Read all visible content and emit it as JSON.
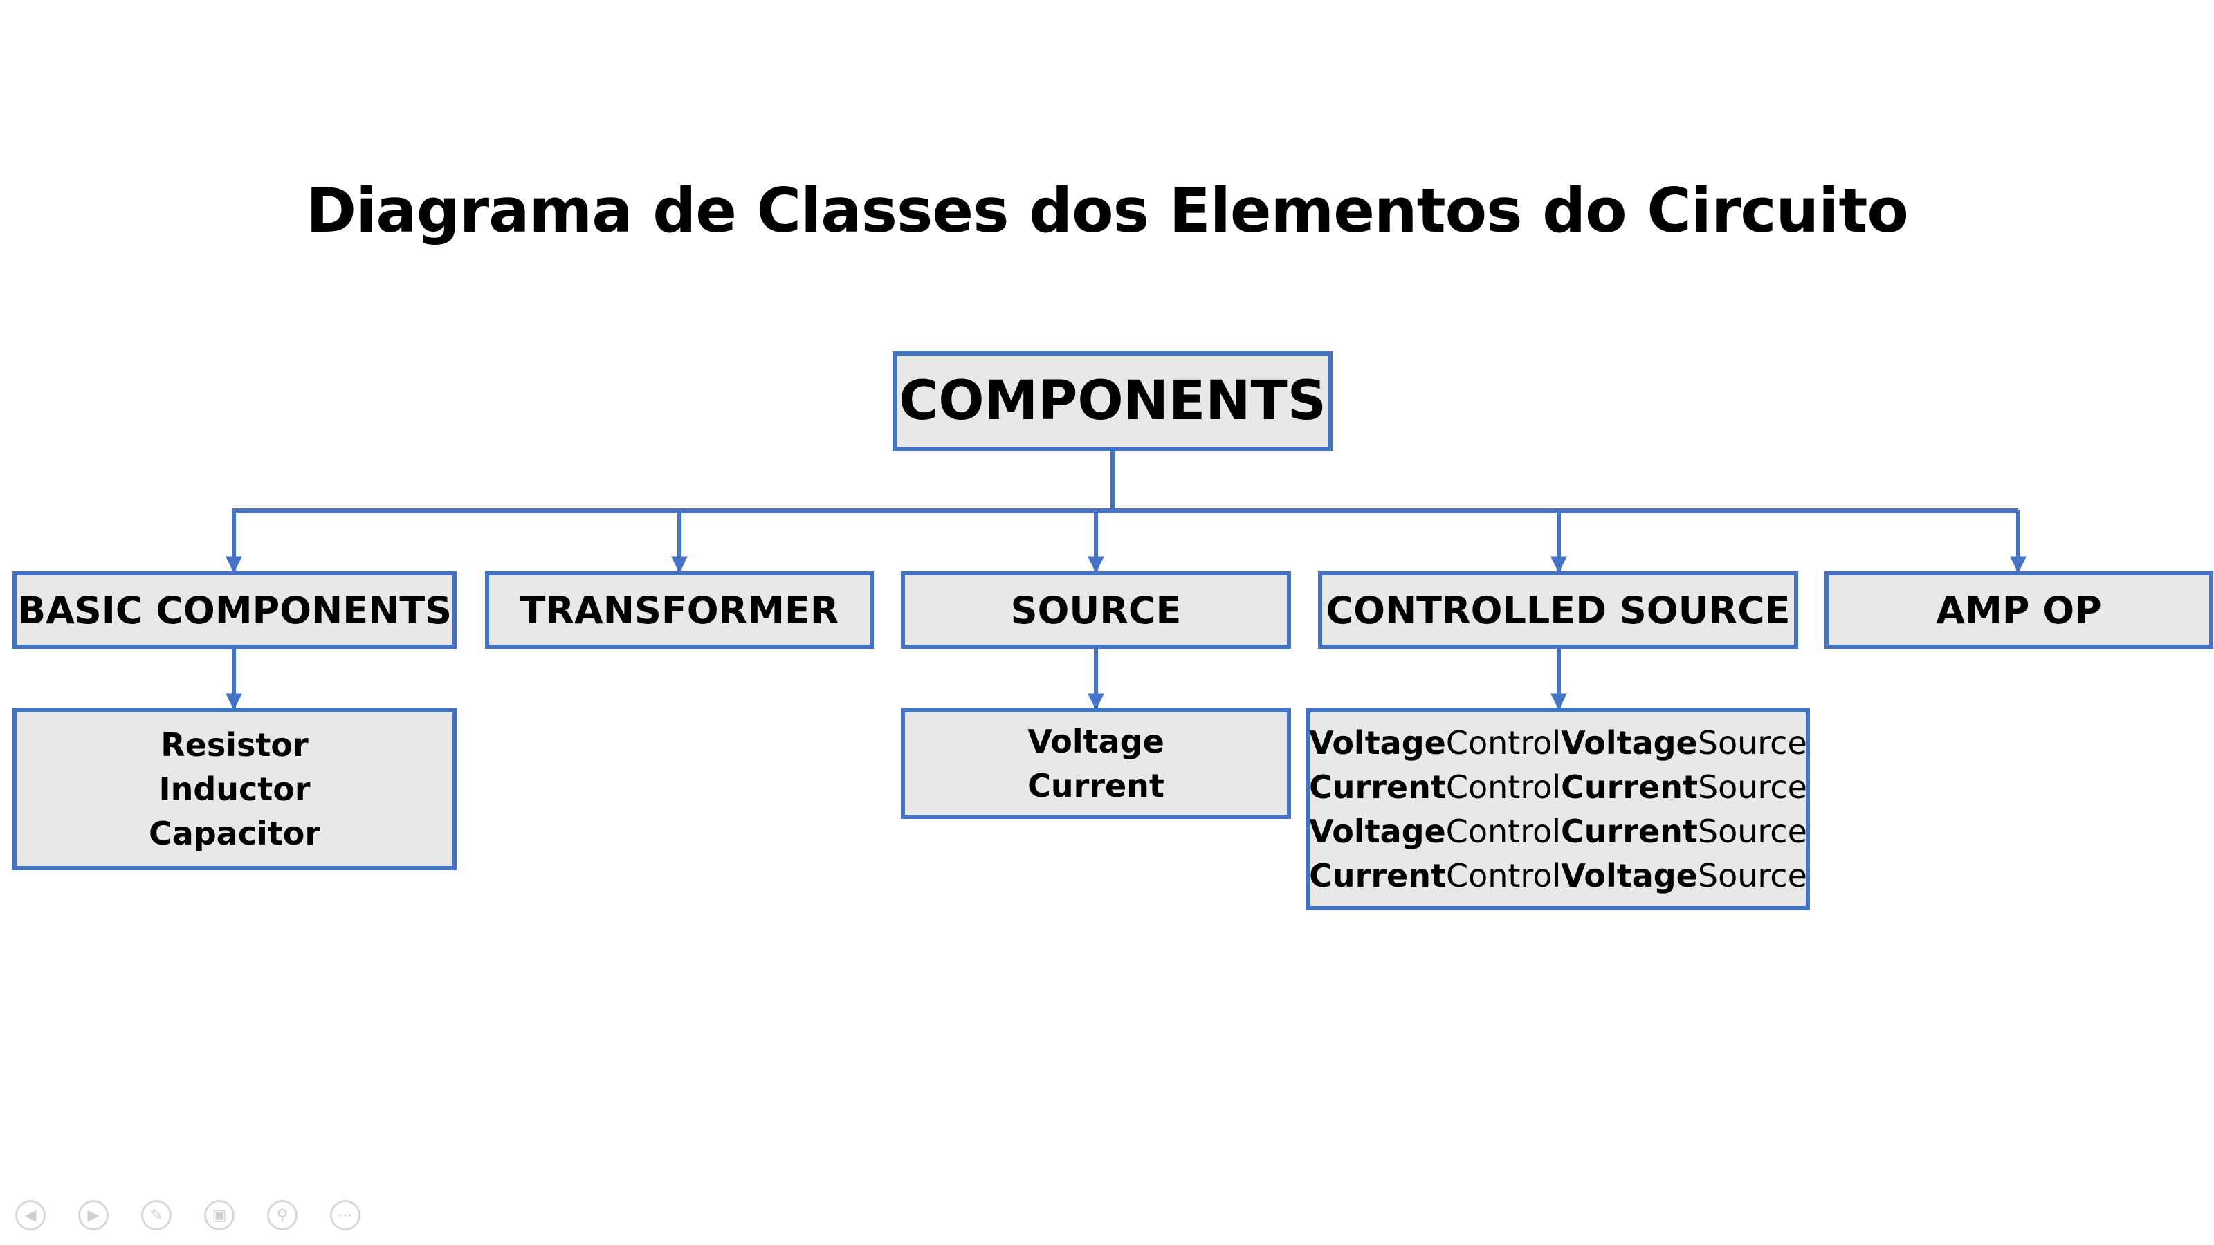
{
  "title": "Diagrama de Classes dos Elementos do Circuito",
  "root": {
    "label": "COMPONENTS"
  },
  "categories": [
    {
      "id": "basic",
      "label": "BASIC COMPONENTS"
    },
    {
      "id": "transformer",
      "label": "TRANSFORMER"
    },
    {
      "id": "source",
      "label": "SOURCE"
    },
    {
      "id": "controlled",
      "label": "CONTROLLED SOURCE"
    },
    {
      "id": "ampop",
      "label": "AMP OP"
    }
  ],
  "basic_children": [
    "Resistor",
    "Inductor",
    "Capacitor"
  ],
  "source_children": [
    "Voltage",
    "Current"
  ],
  "controlled_children": [
    {
      "a": "Voltage",
      "b": "Control",
      "c": "Voltage",
      "d": "Source"
    },
    {
      "a": "Current",
      "b": "Control",
      "c": "Current",
      "d": "Source"
    },
    {
      "a": "Voltage",
      "b": "Control",
      "c": "Current",
      "d": "Source"
    },
    {
      "a": "Current",
      "b": "Control",
      "c": "Voltage",
      "d": "Source"
    }
  ],
  "colors": {
    "border": "#4472c4",
    "box_fill": "#e8e8e8",
    "text": "#000000"
  },
  "nav_icons": [
    "previous-icon",
    "next-icon",
    "pen-icon",
    "slides-icon",
    "zoom-icon",
    "more-icon"
  ]
}
